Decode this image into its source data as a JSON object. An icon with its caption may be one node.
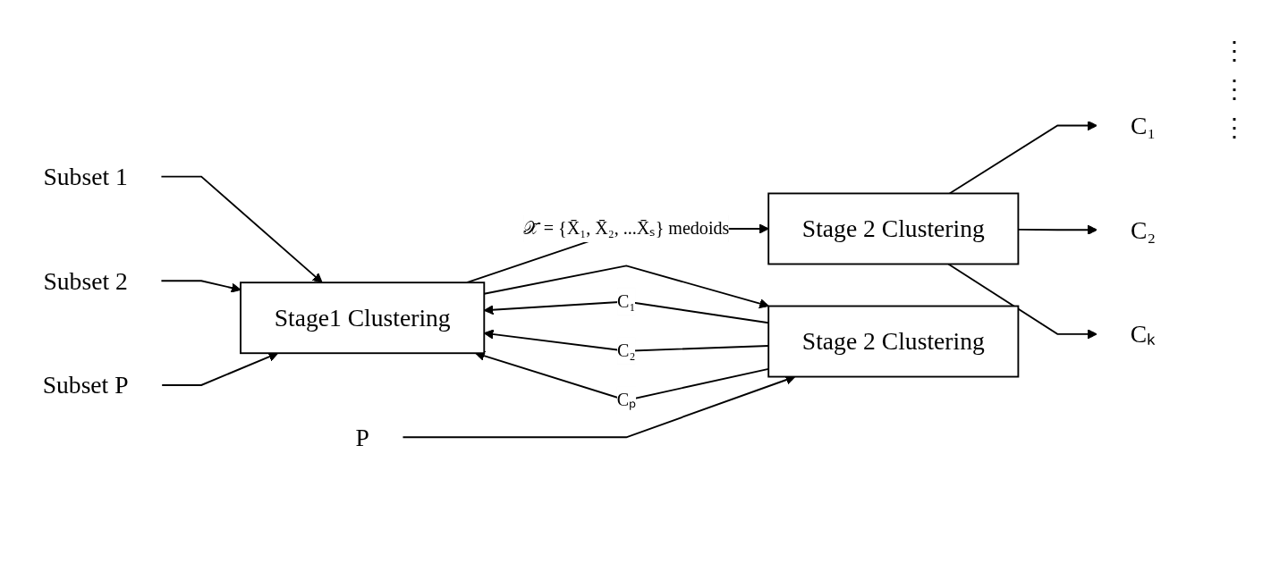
{
  "diagram": {
    "nodes": [
      {
        "text": [
          "Subset 1"
        ]
      },
      {
        "text": [
          "Subset 2"
        ]
      },
      {
        "text": [
          "Subset  P"
        ]
      },
      {
        "text": [
          "Stage1 Clustering"
        ]
      },
      {
        "text": [
          "Stage 2 Clustering"
        ]
      },
      {
        "text": [
          "Stage 2 Clustering"
        ]
      },
      {
        "text": [
          "C₁"
        ]
      },
      {
        "text": [
          "C₂"
        ]
      },
      {
        "text": [
          "Cₖ"
        ]
      },
      {
        "text": [
          "P"
        ]
      }
    ],
    "edges": [
      {
        "from": 0,
        "to": 3,
        "arrow": "to"
      },
      {
        "from": 1,
        "to": 3,
        "arrow": "to"
      },
      {
        "from": 2,
        "to": 3,
        "arrow": "to"
      },
      {
        "from": 3,
        "to": 4,
        "arrow": "to",
        "label": "𝒳̄ = {X̄₁, X̄₂, ...X̄ₛ} medoids"
      },
      {
        "from": 3,
        "to": 5,
        "arrow": "to"
      },
      {
        "from": 4,
        "to": 6,
        "arrow": "to"
      },
      {
        "from": 4,
        "to": 7,
        "arrow": "to"
      },
      {
        "from": 4,
        "to": 8,
        "arrow": "to"
      },
      {
        "from": 9,
        "to": 5,
        "arrow": "to"
      },
      {
        "from": 5,
        "to": 3,
        "arrow": "to",
        "label": "C₁"
      },
      {
        "from": 5,
        "to": 3,
        "arrow": "to",
        "label": "C₂"
      },
      {
        "from": 5,
        "to": 3,
        "arrow": "to",
        "label": "Cₚ"
      }
    ],
    "labels": [
      "⋮",
      "⋮",
      "⋮"
    ]
  }
}
